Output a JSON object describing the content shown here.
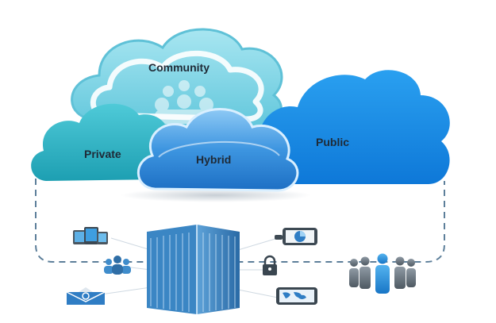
{
  "diagram": {
    "clouds": {
      "community": "Community",
      "private": "Private",
      "hybrid": "Hybrid",
      "public": "Public"
    },
    "icons": [
      "tablet-devices-icon",
      "users-group-icon",
      "email-icon",
      "pie-chart-icon",
      "lock-icon",
      "world-map-icon",
      "building-icon",
      "people-group-icon"
    ],
    "colors": {
      "community_cloud": "#7fd6e6",
      "private_cloud": "#2fb6c6",
      "hybrid_cloud": "#3a8fd9",
      "public_cloud": "#1e90e8",
      "dashed_connector": "#5d7f9a",
      "building": "#3b7fb8"
    }
  }
}
